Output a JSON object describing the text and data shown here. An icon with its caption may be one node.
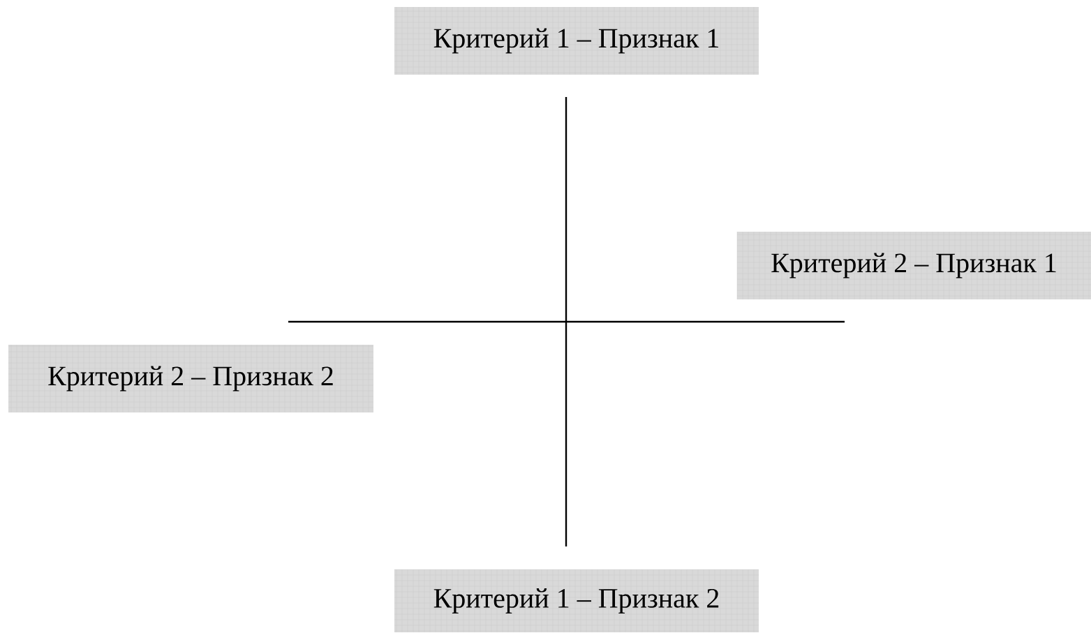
{
  "diagram": {
    "nodes": [
      {
        "text": [
          "Критерий 1 – Признак 1"
        ]
      },
      {
        "text": [
          "Критерий 2 – Признак 1"
        ]
      },
      {
        "text": [
          "Критерий 2 – Признак 2"
        ]
      },
      {
        "text": [
          "Критерий 1 – Признак 2"
        ]
      }
    ]
  }
}
